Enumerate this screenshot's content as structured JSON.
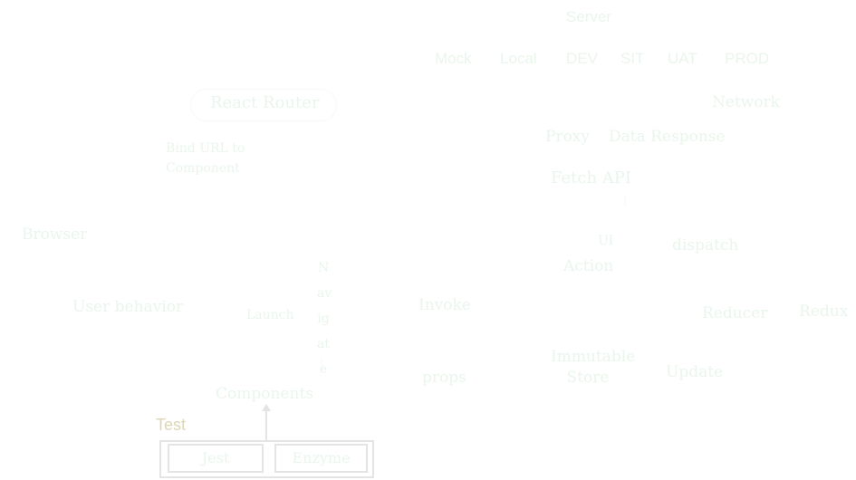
{
  "diagram": {
    "server": {
      "title": "Server",
      "environments": [
        "Mock",
        "Local",
        "DEV",
        "SIT",
        "UAT",
        "PROD"
      ]
    },
    "router": {
      "title": "React Router",
      "description_line1": "Bind URL to",
      "description_line2": "Component"
    },
    "network": {
      "title": "Network",
      "proxy": "Proxy",
      "data_response": "Data Response",
      "fetch_api": "Fetch API"
    },
    "browser": {
      "title": "Browser",
      "user_behavior": "User behavior",
      "launch": "Launch",
      "navigate_chars": [
        "N",
        "av",
        "ig",
        "at",
        "e"
      ]
    },
    "redux": {
      "ui_action_line1": "UI",
      "ui_action_line2": "Action",
      "dispatch": "dispatch",
      "invoke": "Invoke",
      "reducer": "Reducer",
      "redux": "Redux",
      "props": "props",
      "store_line1": "Immutable",
      "store_line2": "Store",
      "update": "Update"
    },
    "components": {
      "title": "Components"
    },
    "test": {
      "title": "Test",
      "tools": [
        "Jest",
        "Enzyme"
      ]
    }
  },
  "colors": {
    "text": "#eaf5ec",
    "test_label": "#ddd6b6",
    "box_border": "#e4e4e4"
  }
}
